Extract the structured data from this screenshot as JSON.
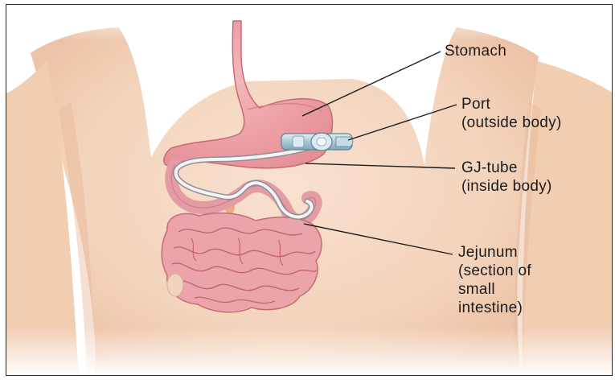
{
  "labels": {
    "stomach": "Stomach",
    "port": [
      "Port",
      "(outside body)"
    ],
    "gj_tube": [
      "GJ-tube",
      "(inside body)"
    ],
    "jejunum": [
      "Jejunum",
      "(section of",
      "small",
      "intestine)"
    ]
  },
  "colors": {
    "skin": "#f6dbc6",
    "skin_shadow": "#e9bfa0",
    "stomach": "#ec9fa4",
    "intestine": "#e8a0a7",
    "tube": "#e9e9ec",
    "port": "#b9d3de",
    "leader_line": "#1c1c1c"
  }
}
